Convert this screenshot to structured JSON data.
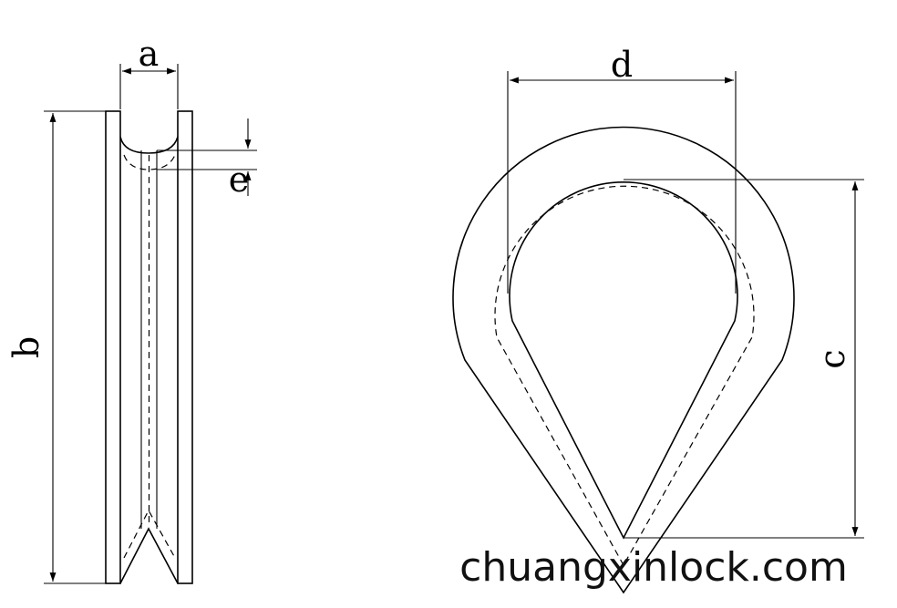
{
  "diagram": {
    "labels": {
      "a": "a",
      "b": "b",
      "c": "c",
      "d": "d",
      "e": "e"
    },
    "watermark": "chuangxinlock.com"
  }
}
